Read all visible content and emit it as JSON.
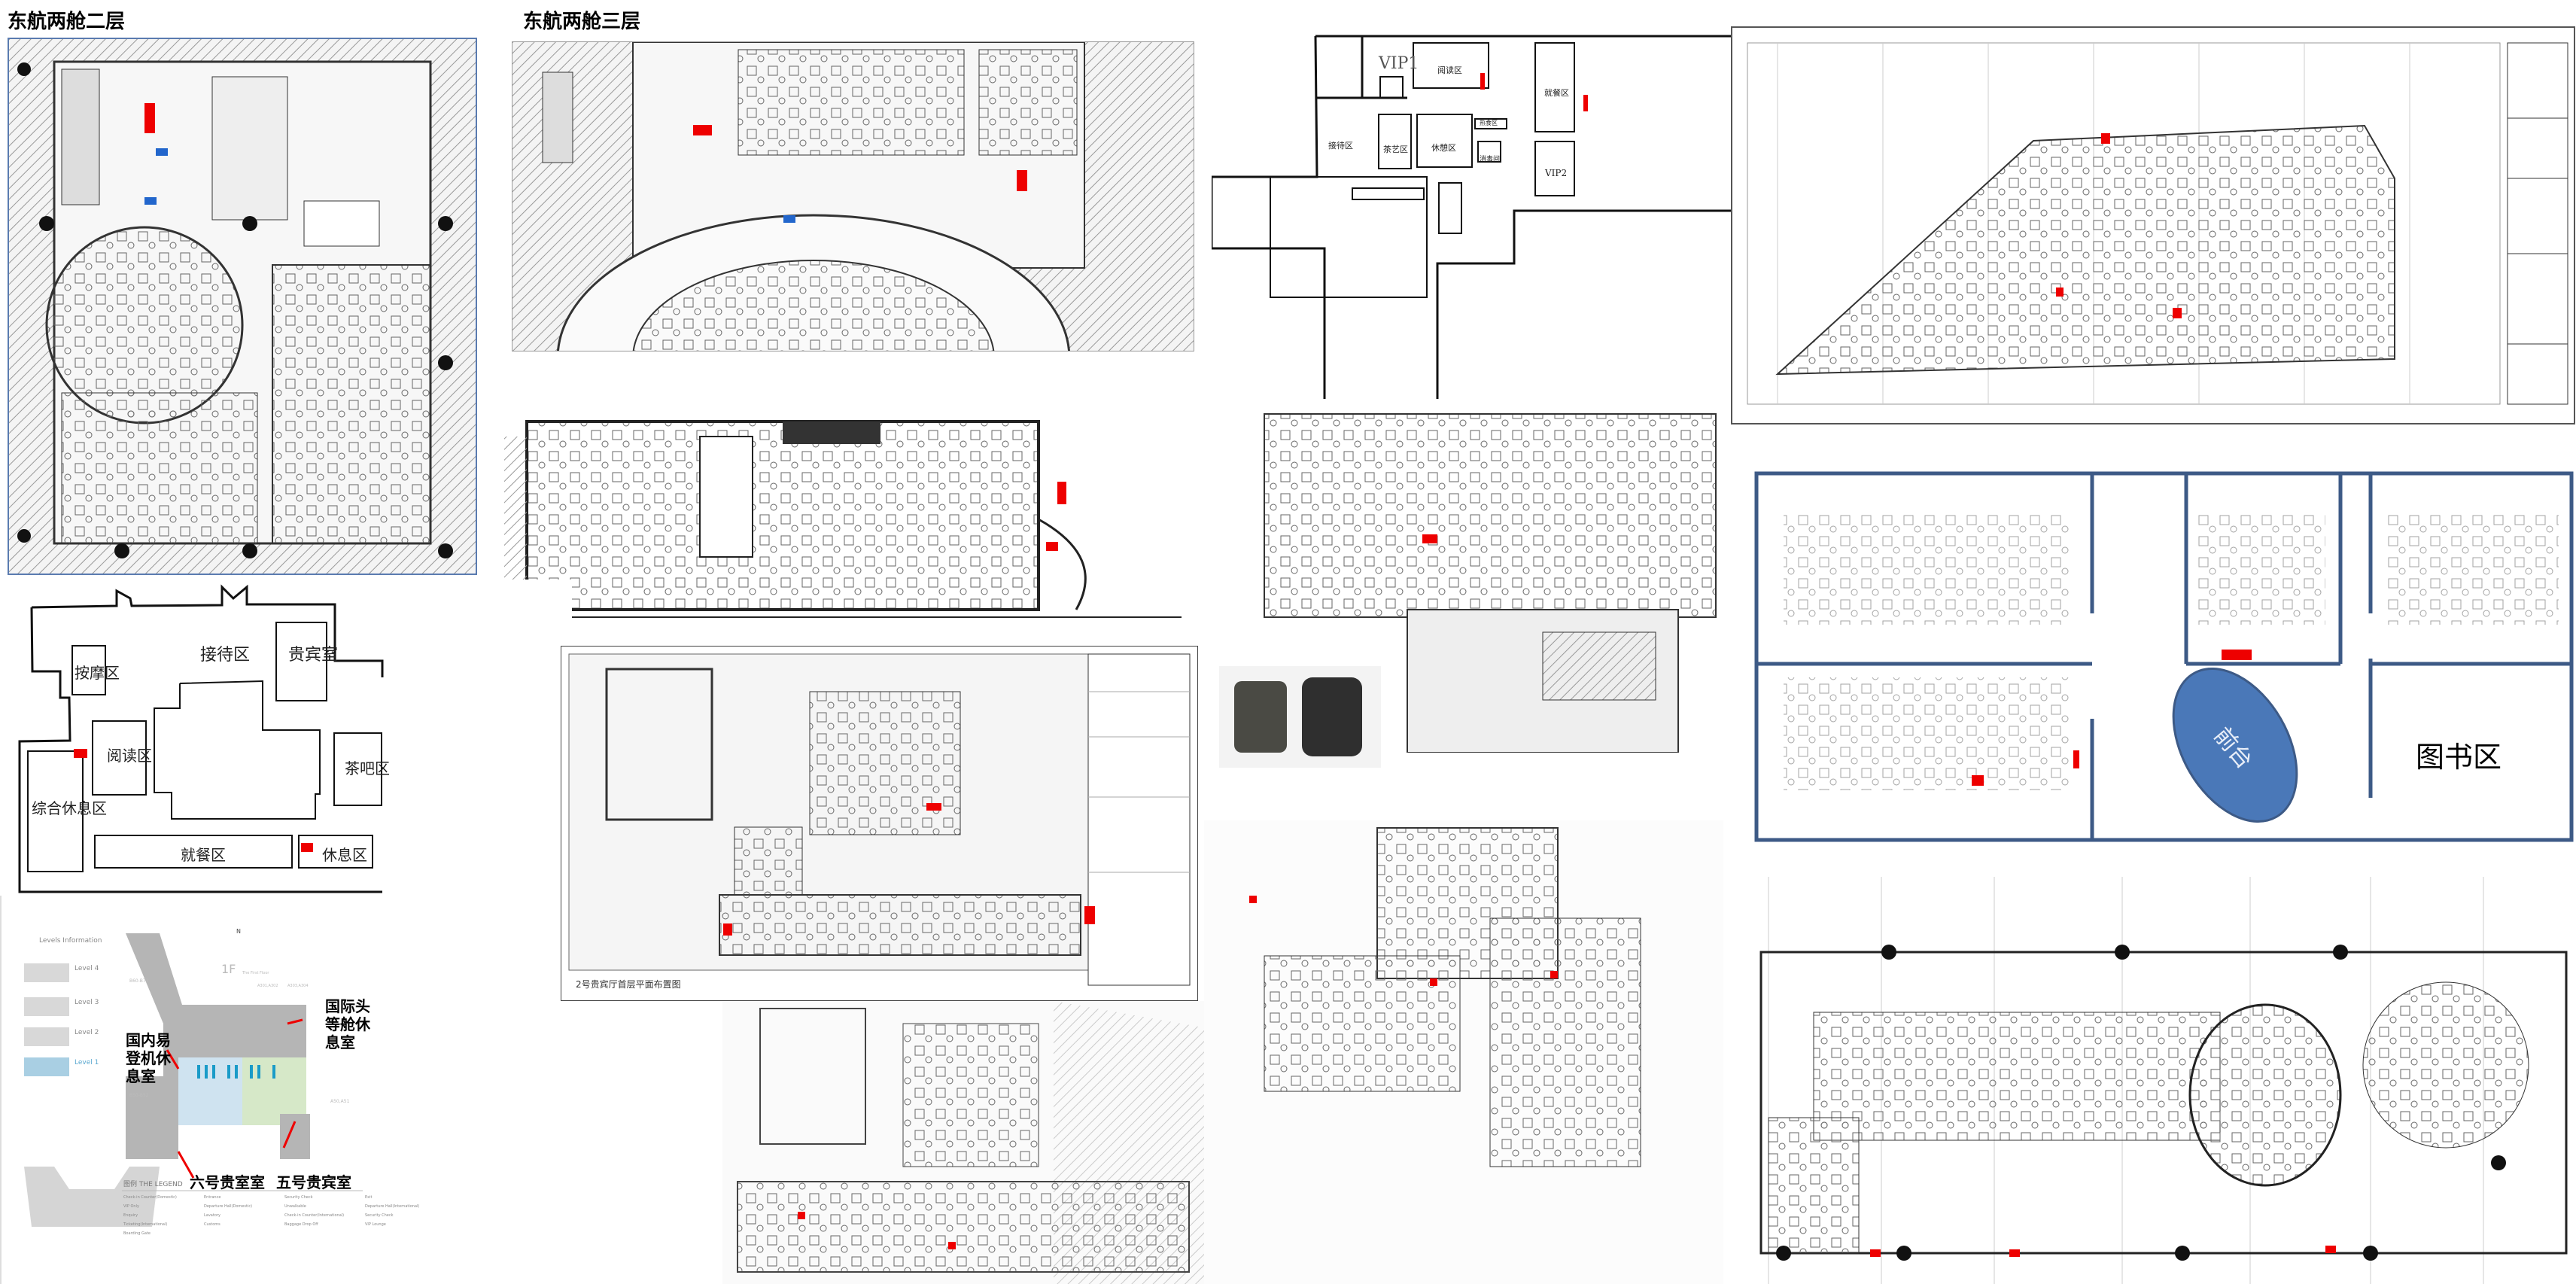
{
  "colors": {
    "marker": "#ee0000",
    "blue_wall": "#3d5a86",
    "front_desk": "#4a78b8",
    "airport_gray": "#b5b5b5",
    "airport_blue": "#cfe3f0",
    "airport_green": "#d6e8c8"
  },
  "panels": {
    "floor2": {
      "title": "东航两舱二层"
    },
    "floor3": {
      "title": "东航两舱三层"
    },
    "simple_plan_top": {
      "zones": [
        "VIP1",
        "阅读区",
        "就餐区",
        "接待区",
        "茶艺区",
        "休憩区",
        "热食区",
        "消毒间",
        "VIP2"
      ]
    },
    "simple_plan_left": {
      "zones": [
        "接待区",
        "贵宾室",
        "按摩区",
        "阅读区",
        "茶吧区",
        "综合休息区",
        "就餐区"
      ],
      "legend_label": "休息区"
    },
    "blue_plan": {
      "front_desk": "前台",
      "library": "图书区"
    },
    "cad_mid": {
      "caption": "2号贵宾厅首层平面布置图"
    },
    "airport_map": {
      "levels_title": "Levels Information",
      "levels": [
        "Level 4",
        "Level 3",
        "Level 2",
        "Level 1"
      ],
      "floor_label": "1F",
      "floor_sub": "The First Floor",
      "compass": "N",
      "gates": [
        "B60-B73",
        "B50-B52",
        "A50,A51",
        "A301,A302",
        "A303,A304"
      ],
      "annotations": [
        "国内易登机休息室",
        "国际头等舱休息室",
        "六号贵室室",
        "五号贵宾室"
      ],
      "legend_title": "图例 THE LEGEND",
      "legend_items": [
        "Check-in Counter(Domestic)",
        "Entrance",
        "Security Check",
        "Exit",
        "VIP Only",
        "Departure Hall(Domestic)",
        "Unwalkable",
        "Departure Hall(International)",
        "Enquiry",
        "Lavatory",
        "Check-in Counter(International)",
        "Security Check",
        "Ticketing(International)",
        "Customs",
        "Baggage Drop Off",
        "VIP Lounge",
        "Boarding Gate"
      ]
    }
  }
}
